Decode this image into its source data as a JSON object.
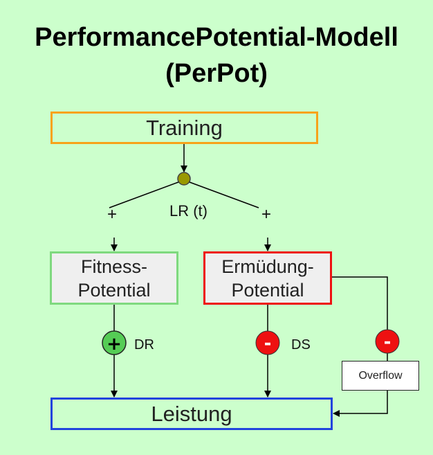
{
  "title": {
    "line1": "PerformancePotential-Modell",
    "line2": "(PerPot)"
  },
  "nodes": {
    "training": "Training",
    "fitness_line1": "Fitness-",
    "fitness_line2": "Potential",
    "ermudung_line1": "Ermüdung-",
    "ermudung_line2": "Potential",
    "leistung": "Leistung",
    "overflow": "Overflow"
  },
  "edge_labels": {
    "lr": "LR (t)",
    "plus_left": "+",
    "plus_right": "+",
    "dr": "DR",
    "ds": "DS"
  },
  "signs": {
    "positive": "+",
    "negative_ds": "-",
    "negative_overflow": "-"
  },
  "colors": {
    "background": "#ccffcc",
    "training_border": "#f7a21a",
    "fitness_border": "#7fd97f",
    "ermudung_border": "#ee1111",
    "leistung_border": "#2244dd",
    "junction_dot": "#999900",
    "positive_circle": "#55cc55",
    "negative_circle": "#ee1111"
  }
}
